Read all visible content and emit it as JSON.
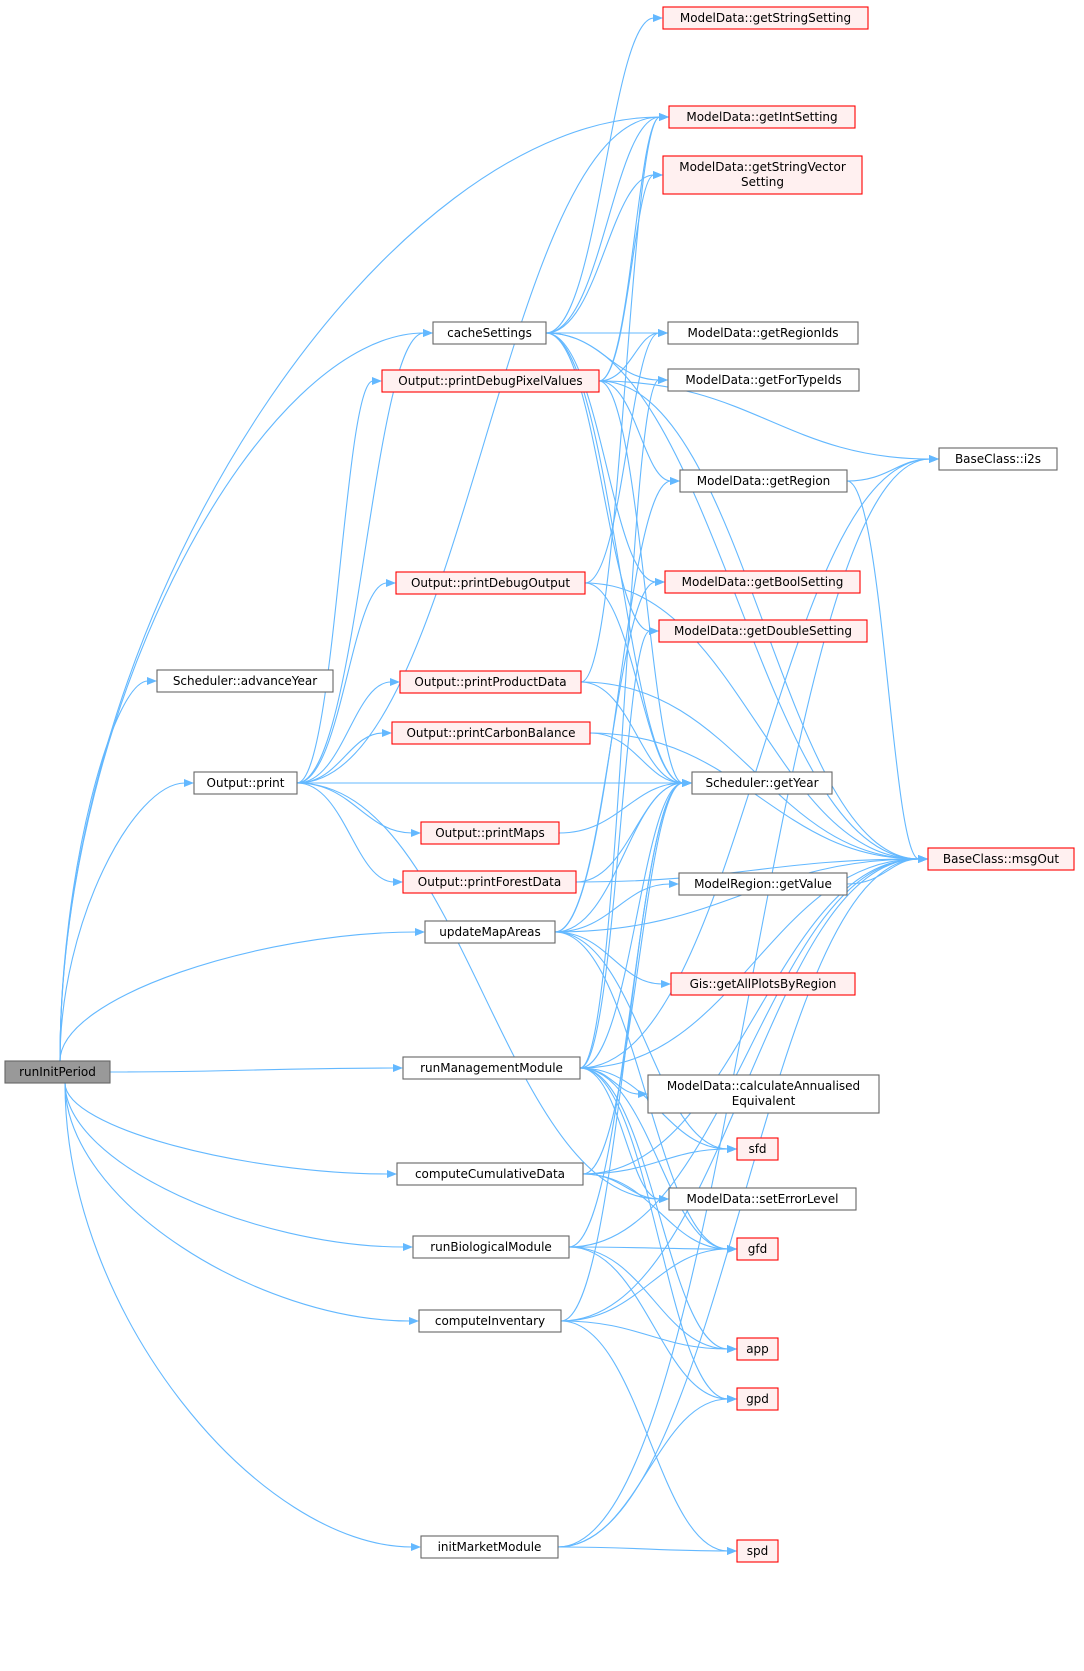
{
  "graph": {
    "nodes": [
      {
        "id": "root",
        "label": "runInitPeriod",
        "kind": "root"
      },
      {
        "id": "advanceYear",
        "label": "Scheduler::advanceYear",
        "kind": "normal"
      },
      {
        "id": "print",
        "label": "Output::print",
        "kind": "normal"
      },
      {
        "id": "cacheSettings",
        "label": "cacheSettings",
        "kind": "normal"
      },
      {
        "id": "printDebugPixelValues",
        "label": "Output::printDebugPixelValues",
        "kind": "red"
      },
      {
        "id": "printDebugOutput",
        "label": "Output::printDebugOutput",
        "kind": "red"
      },
      {
        "id": "printProductData",
        "label": "Output::printProductData",
        "kind": "red"
      },
      {
        "id": "printCarbonBalance",
        "label": "Output::printCarbonBalance",
        "kind": "red"
      },
      {
        "id": "printMaps",
        "label": "Output::printMaps",
        "kind": "red"
      },
      {
        "id": "printForestData",
        "label": "Output::printForestData",
        "kind": "red"
      },
      {
        "id": "updateMapAreas",
        "label": "updateMapAreas",
        "kind": "normal"
      },
      {
        "id": "runManagementModule",
        "label": "runManagementModule",
        "kind": "normal"
      },
      {
        "id": "computeCumulativeData",
        "label": "computeCumulativeData",
        "kind": "normal"
      },
      {
        "id": "runBiologicalModule",
        "label": "runBiologicalModule",
        "kind": "normal"
      },
      {
        "id": "computeInventary",
        "label": "computeInventary",
        "kind": "normal"
      },
      {
        "id": "initMarketModule",
        "label": "initMarketModule",
        "kind": "normal"
      },
      {
        "id": "getStringSetting",
        "label": "ModelData::getStringSetting",
        "kind": "red"
      },
      {
        "id": "getIntSetting",
        "label": "ModelData::getIntSetting",
        "kind": "red"
      },
      {
        "id": "getStringVectorSetting",
        "label": "ModelData::getStringVector\nSetting",
        "kind": "red"
      },
      {
        "id": "getRegionIds",
        "label": "ModelData::getRegionIds",
        "kind": "normal"
      },
      {
        "id": "getForTypeIds",
        "label": "ModelData::getForTypeIds",
        "kind": "normal"
      },
      {
        "id": "getRegion",
        "label": "ModelData::getRegion",
        "kind": "normal"
      },
      {
        "id": "getBoolSetting",
        "label": "ModelData::getBoolSetting",
        "kind": "red"
      },
      {
        "id": "getDoubleSetting",
        "label": "ModelData::getDoubleSetting",
        "kind": "red"
      },
      {
        "id": "getYear",
        "label": "Scheduler::getYear",
        "kind": "normal"
      },
      {
        "id": "getValue",
        "label": "ModelRegion::getValue",
        "kind": "normal"
      },
      {
        "id": "getAllPlotsByRegion",
        "label": "Gis::getAllPlotsByRegion",
        "kind": "red"
      },
      {
        "id": "calculateAnnualisedEquivalent",
        "label": "ModelData::calculateAnnualised\nEquivalent",
        "kind": "normal"
      },
      {
        "id": "sfd",
        "label": "sfd",
        "kind": "red"
      },
      {
        "id": "setErrorLevel",
        "label": "ModelData::setErrorLevel",
        "kind": "normal"
      },
      {
        "id": "gfd",
        "label": "gfd",
        "kind": "red"
      },
      {
        "id": "app",
        "label": "app",
        "kind": "red"
      },
      {
        "id": "gpd",
        "label": "gpd",
        "kind": "red"
      },
      {
        "id": "spd",
        "label": "spd",
        "kind": "red"
      },
      {
        "id": "i2s",
        "label": "BaseClass::i2s",
        "kind": "normal"
      },
      {
        "id": "msgOut",
        "label": "BaseClass::msgOut",
        "kind": "red"
      }
    ],
    "edges": [
      [
        "root",
        "advanceYear"
      ],
      [
        "root",
        "print"
      ],
      [
        "root",
        "updateMapAreas"
      ],
      [
        "root",
        "runManagementModule"
      ],
      [
        "root",
        "computeCumulativeData"
      ],
      [
        "root",
        "runBiologicalModule"
      ],
      [
        "root",
        "computeInventary"
      ],
      [
        "root",
        "initMarketModule"
      ],
      [
        "root",
        "cacheSettings"
      ],
      [
        "root",
        "getIntSetting"
      ],
      [
        "print",
        "cacheSettings"
      ],
      [
        "print",
        "printDebugPixelValues"
      ],
      [
        "print",
        "printDebugOutput"
      ],
      [
        "print",
        "printProductData"
      ],
      [
        "print",
        "printCarbonBalance"
      ],
      [
        "print",
        "printMaps"
      ],
      [
        "print",
        "printForestData"
      ],
      [
        "print",
        "getYear"
      ],
      [
        "print",
        "setErrorLevel"
      ],
      [
        "print",
        "getIntSetting"
      ],
      [
        "cacheSettings",
        "getStringSetting"
      ],
      [
        "cacheSettings",
        "getIntSetting"
      ],
      [
        "cacheSettings",
        "getStringVectorSetting"
      ],
      [
        "cacheSettings",
        "getRegionIds"
      ],
      [
        "cacheSettings",
        "getForTypeIds"
      ],
      [
        "cacheSettings",
        "getBoolSetting"
      ],
      [
        "cacheSettings",
        "getDoubleSetting"
      ],
      [
        "cacheSettings",
        "getYear"
      ],
      [
        "cacheSettings",
        "msgOut"
      ],
      [
        "printDebugPixelValues",
        "getIntSetting"
      ],
      [
        "printDebugPixelValues",
        "getStringVectorSetting"
      ],
      [
        "printDebugPixelValues",
        "getRegionIds"
      ],
      [
        "printDebugPixelValues",
        "getRegion"
      ],
      [
        "printDebugPixelValues",
        "getYear"
      ],
      [
        "printDebugPixelValues",
        "i2s"
      ],
      [
        "printDebugPixelValues",
        "msgOut"
      ],
      [
        "printDebugOutput",
        "getRegionIds"
      ],
      [
        "printDebugOutput",
        "getYear"
      ],
      [
        "printDebugOutput",
        "msgOut"
      ],
      [
        "printProductData",
        "getIntSetting"
      ],
      [
        "printProductData",
        "getYear"
      ],
      [
        "printProductData",
        "msgOut"
      ],
      [
        "printCarbonBalance",
        "getYear"
      ],
      [
        "printCarbonBalance",
        "msgOut"
      ],
      [
        "printMaps",
        "getYear"
      ],
      [
        "printForestData",
        "getYear"
      ],
      [
        "printForestData",
        "msgOut"
      ],
      [
        "updateMapAreas",
        "getRegion"
      ],
      [
        "updateMapAreas",
        "getBoolSetting"
      ],
      [
        "updateMapAreas",
        "getYear"
      ],
      [
        "updateMapAreas",
        "getValue"
      ],
      [
        "updateMapAreas",
        "getAllPlotsByRegion"
      ],
      [
        "updateMapAreas",
        "msgOut"
      ],
      [
        "updateMapAreas",
        "sfd"
      ],
      [
        "updateMapAreas",
        "gfd"
      ],
      [
        "runManagementModule",
        "getYear"
      ],
      [
        "runManagementModule",
        "getDoubleSetting"
      ],
      [
        "runManagementModule",
        "getForTypeIds"
      ],
      [
        "runManagementModule",
        "i2s"
      ],
      [
        "runManagementModule",
        "calculateAnnualisedEquivalent"
      ],
      [
        "runManagementModule",
        "sfd"
      ],
      [
        "runManagementModule",
        "setErrorLevel"
      ],
      [
        "runManagementModule",
        "gfd"
      ],
      [
        "runManagementModule",
        "app"
      ],
      [
        "runManagementModule",
        "gpd"
      ],
      [
        "runManagementModule",
        "msgOut"
      ],
      [
        "computeCumulativeData",
        "getYear"
      ],
      [
        "computeCumulativeData",
        "sfd"
      ],
      [
        "computeCumulativeData",
        "gfd"
      ],
      [
        "computeCumulativeData",
        "setErrorLevel"
      ],
      [
        "computeCumulativeData",
        "msgOut"
      ],
      [
        "runBiologicalModule",
        "getYear"
      ],
      [
        "runBiologicalModule",
        "gfd"
      ],
      [
        "runBiologicalModule",
        "app"
      ],
      [
        "runBiologicalModule",
        "gpd"
      ],
      [
        "runBiologicalModule",
        "msgOut"
      ],
      [
        "computeInventary",
        "getYear"
      ],
      [
        "computeInventary",
        "gfd"
      ],
      [
        "computeInventary",
        "app"
      ],
      [
        "computeInventary",
        "spd"
      ],
      [
        "computeInventary",
        "msgOut"
      ],
      [
        "initMarketModule",
        "gpd"
      ],
      [
        "initMarketModule",
        "spd"
      ],
      [
        "initMarketModule",
        "i2s"
      ],
      [
        "initMarketModule",
        "msgOut"
      ],
      [
        "getRegion",
        "i2s"
      ],
      [
        "getRegion",
        "msgOut"
      ],
      [
        "getValue",
        "msgOut"
      ]
    ]
  }
}
